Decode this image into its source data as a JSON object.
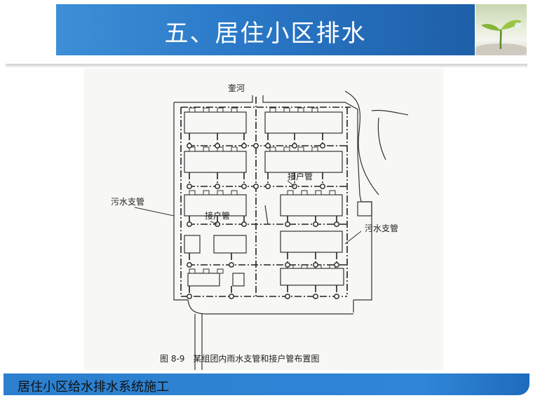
{
  "slide": {
    "title": "五、居住小区排水",
    "footer": "居住小区给水排水系统施工"
  },
  "figure": {
    "caption": "图 8-9　某组团内雨水支管和接户管布置图",
    "labels": {
      "river": "奎河",
      "sewer_left": "污水支管",
      "sewer_right": "污水支管",
      "connection_top": "接户管",
      "connection_mid": "接户管"
    }
  }
}
